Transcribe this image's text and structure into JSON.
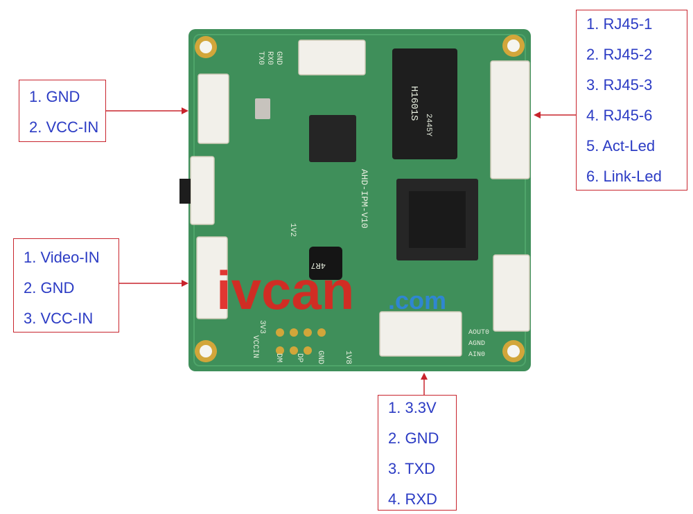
{
  "callouts": {
    "power": {
      "items": [
        "1. GND",
        "2. VCC-IN"
      ]
    },
    "video": {
      "items": [
        "1. Video-IN",
        "2. GND",
        "3. VCC-IN"
      ]
    },
    "ethernet": {
      "items": [
        "1. RJ45-1",
        "2. RJ45-2",
        "3. RJ45-3",
        "4. RJ45-6",
        "5. Act-Led",
        "6. Link-Led"
      ]
    },
    "serial": {
      "items": [
        "1. 3.3V",
        "2. GND",
        "3. TXD",
        "4. RXD"
      ]
    }
  },
  "board": {
    "silk_top_pins": [
      "GND",
      "RX0",
      "TX0"
    ],
    "silk_model": "AHD-IPM-V10",
    "silk_1v2": "1V2",
    "silk_1v8": "1V8",
    "silk_3v3": "3V3",
    "silk_vccin": "VCCIN",
    "silk_bottom_pins": [
      "DM",
      "DP",
      "GND"
    ],
    "silk_right": [
      "AOUT0",
      "AGND",
      "AIN0"
    ],
    "transformer_text": [
      "H1601S",
      "2445Y"
    ],
    "inductor_text": "4R7"
  },
  "watermark": {
    "main": "ivcan",
    "suffix": ".com"
  },
  "colors": {
    "border": "#c8232c",
    "text": "#2b3bc4",
    "pcb": "#3f8f5a",
    "gold": "#d2a63a"
  }
}
